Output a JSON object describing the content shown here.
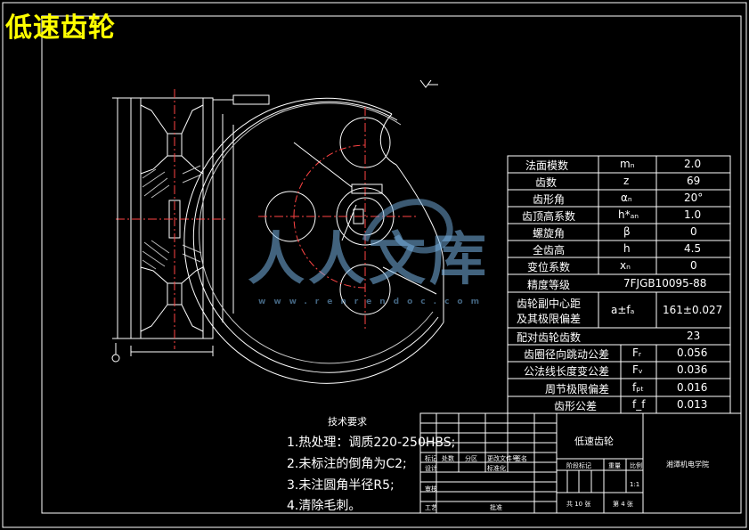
{
  "title": "低速齿轮",
  "params_table": {
    "rows": [
      {
        "name": "法面模数",
        "symbol": "mₙ",
        "value": "2.0"
      },
      {
        "name": "齿数",
        "symbol": "z",
        "value": "69"
      },
      {
        "name": "齿形角",
        "symbol": "αₙ",
        "value": "20°"
      },
      {
        "name": "齿顶高系数",
        "symbol": "h*ₐₙ",
        "value": "1.0"
      },
      {
        "name": "螺旋角",
        "symbol": "β",
        "value": "0"
      },
      {
        "name": "全齿高",
        "symbol": "h",
        "value": "4.5"
      },
      {
        "name": "变位系数",
        "symbol": "xₙ",
        "value": "0"
      }
    ],
    "accuracy": {
      "name": "精度等级",
      "value": "7FJGB10095-88"
    },
    "center": {
      "name_line1": "齿轮副中心距",
      "name_line2": "及其极限偏差",
      "symbol": "a±fₐ",
      "value": "161±0.027"
    },
    "mating": {
      "name": "配对齿轮齿数",
      "value": "23"
    },
    "tolerances": [
      {
        "name": "齿圈径向跳动公差",
        "symbol": "Fᵣ",
        "value": "0.056"
      },
      {
        "name": "公法线长度变公差",
        "symbol": "Fᵥ",
        "value": "0.036"
      },
      {
        "name": "周节极限偏差",
        "symbol": "fₚₜ",
        "value": "0.016"
      },
      {
        "name": "齿形公差",
        "symbol": "f_f",
        "value": "0.013"
      }
    ]
  },
  "tech_notes": {
    "title": "技术要求",
    "items": [
      "1.热处理：调质220-250HBS;",
      "2.未标注的倒角为C2;",
      "3.未注圆角半径R5;",
      "4.清除毛刺。"
    ]
  },
  "title_block": {
    "part_name": "低速齿轮",
    "school": "湘潭机电学院",
    "revise_label": "标记",
    "count_label": "处数",
    "zone_label": "分区",
    "change_label": "更改文件号",
    "sign_label": "签名",
    "design_label": "设计",
    "standardize_label": "标准化",
    "audit_label": "审核",
    "process_label": "工艺",
    "approve_label": "批准",
    "stage_label": "阶段标记",
    "weight_label": "重量",
    "scale_label": "比例",
    "scale_value": "1:1",
    "sheets_total": "共 10 张",
    "sheet_no": "第 4 张"
  },
  "watermark": {
    "text": "人人文库",
    "url": "www.renrendoc.com"
  }
}
